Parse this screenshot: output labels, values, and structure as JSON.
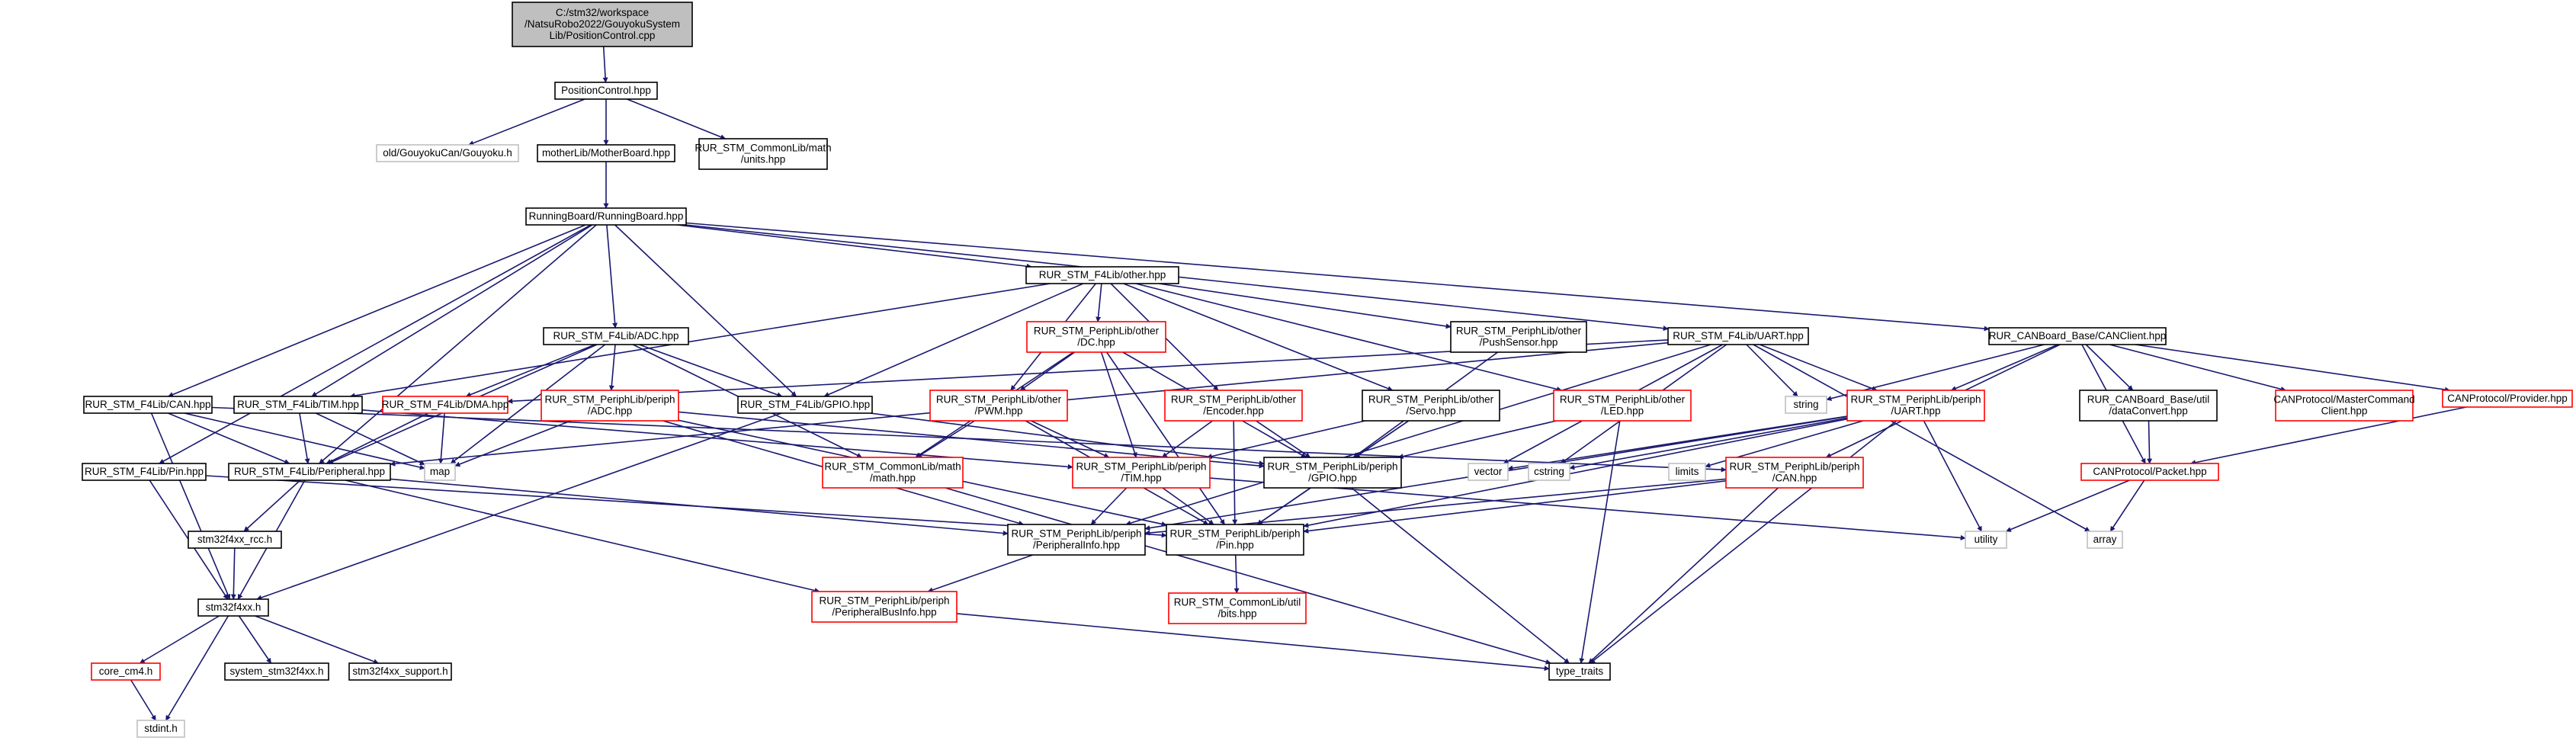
{
  "colors": {
    "edge": "#191970",
    "normal_border": "#000000",
    "missing_border": "#ff0000",
    "external_border": "#bfbfbf",
    "root_fill": "#bfbfbf",
    "fill": "#ffffff",
    "text": "#000000"
  },
  "nodes": [
    {
      "id": "root",
      "lines": [
        "C:/stm32/workspace",
        "/NatsuRobo2022/GouyokuSystem",
        "Lib/PositionControl.cpp"
      ],
      "style": "root"
    },
    {
      "id": "poshpp",
      "lines": [
        "PositionControl.hpp"
      ],
      "style": "normal"
    },
    {
      "id": "gouyoku",
      "lines": [
        "old/GouyokuCan/Gouyoku.h"
      ],
      "style": "external"
    },
    {
      "id": "mother",
      "lines": [
        "motherLib/MotherBoard.hpp"
      ],
      "style": "normal"
    },
    {
      "id": "units",
      "lines": [
        "RUR_STM_CommonLib/math",
        "/units.hpp"
      ],
      "style": "normal"
    },
    {
      "id": "running",
      "lines": [
        "RunningBoard/RunningBoard.hpp"
      ],
      "style": "normal"
    },
    {
      "id": "other",
      "lines": [
        "RUR_STM_F4Lib/other.hpp"
      ],
      "style": "normal"
    },
    {
      "id": "canclient",
      "lines": [
        "RUR_CANBoard_Base/CANClient.hpp"
      ],
      "style": "normal"
    },
    {
      "id": "adc",
      "lines": [
        "RUR_STM_F4Lib/ADC.hpp"
      ],
      "style": "normal"
    },
    {
      "id": "dc",
      "lines": [
        "RUR_STM_PeriphLib/other",
        "/DC.hpp"
      ],
      "style": "missing"
    },
    {
      "id": "push",
      "lines": [
        "RUR_STM_PeriphLib/other",
        "/PushSensor.hpp"
      ],
      "style": "normal"
    },
    {
      "id": "uart",
      "lines": [
        "RUR_STM_F4Lib/UART.hpp"
      ],
      "style": "normal"
    },
    {
      "id": "can",
      "lines": [
        "RUR_STM_F4Lib/CAN.hpp"
      ],
      "style": "normal"
    },
    {
      "id": "tim",
      "lines": [
        "RUR_STM_F4Lib/TIM.hpp"
      ],
      "style": "normal"
    },
    {
      "id": "dma",
      "lines": [
        "RUR_STM_F4Lib/DMA.hpp"
      ],
      "style": "missing"
    },
    {
      "id": "periphadc",
      "lines": [
        "RUR_STM_PeriphLib/periph",
        "/ADC.hpp"
      ],
      "style": "missing"
    },
    {
      "id": "gpio",
      "lines": [
        "RUR_STM_F4Lib/GPIO.hpp"
      ],
      "style": "normal"
    },
    {
      "id": "pwm",
      "lines": [
        "RUR_STM_PeriphLib/other",
        "/PWM.hpp"
      ],
      "style": "missing"
    },
    {
      "id": "encoder",
      "lines": [
        "RUR_STM_PeriphLib/other",
        "/Encoder.hpp"
      ],
      "style": "missing"
    },
    {
      "id": "servo",
      "lines": [
        "RUR_STM_PeriphLib/other",
        "/Servo.hpp"
      ],
      "style": "normal"
    },
    {
      "id": "led",
      "lines": [
        "RUR_STM_PeriphLib/other",
        "/LED.hpp"
      ],
      "style": "missing"
    },
    {
      "id": "string",
      "lines": [
        "string"
      ],
      "style": "external"
    },
    {
      "id": "puart",
      "lines": [
        "RUR_STM_PeriphLib/periph",
        "/UART.hpp"
      ],
      "style": "missing"
    },
    {
      "id": "dataconv",
      "lines": [
        "RUR_CANBoard_Base/util",
        "/dataConvert.hpp"
      ],
      "style": "normal"
    },
    {
      "id": "master",
      "lines": [
        "CANProtocol/MasterCommand",
        "Client.hpp"
      ],
      "style": "missing"
    },
    {
      "id": "provider",
      "lines": [
        "CANProtocol/Provider.hpp"
      ],
      "style": "missing"
    },
    {
      "id": "pin",
      "lines": [
        "RUR_STM_F4Lib/Pin.hpp"
      ],
      "style": "normal"
    },
    {
      "id": "periphera",
      "lines": [
        "RUR_STM_F4Lib/Peripheral.hpp"
      ],
      "style": "normal"
    },
    {
      "id": "map",
      "lines": [
        "map"
      ],
      "style": "external"
    },
    {
      "id": "mathhpp",
      "lines": [
        "RUR_STM_CommonLib/math",
        "/math.hpp"
      ],
      "style": "missing"
    },
    {
      "id": "ptim",
      "lines": [
        "RUR_STM_PeriphLib/periph",
        "/TIM.hpp"
      ],
      "style": "missing"
    },
    {
      "id": "pgpio",
      "lines": [
        "RUR_STM_PeriphLib/periph",
        "/GPIO.hpp"
      ],
      "style": "normal"
    },
    {
      "id": "vector",
      "lines": [
        "vector"
      ],
      "style": "external"
    },
    {
      "id": "cstring",
      "lines": [
        "cstring"
      ],
      "style": "external"
    },
    {
      "id": "limits",
      "lines": [
        "limits"
      ],
      "style": "external"
    },
    {
      "id": "pcan",
      "lines": [
        "RUR_STM_PeriphLib/periph",
        "/CAN.hpp"
      ],
      "style": "missing"
    },
    {
      "id": "packet",
      "lines": [
        "CANProtocol/Packet.hpp"
      ],
      "style": "missing"
    },
    {
      "id": "rcc",
      "lines": [
        "stm32f4xx_rcc.h"
      ],
      "style": "normal"
    },
    {
      "id": "pinfo",
      "lines": [
        "RUR_STM_PeriphLib/periph",
        "/PeripheralInfo.hpp"
      ],
      "style": "normal"
    },
    {
      "id": "ppin",
      "lines": [
        "RUR_STM_PeriphLib/periph",
        "/Pin.hpp"
      ],
      "style": "normal"
    },
    {
      "id": "utility",
      "lines": [
        "utility"
      ],
      "style": "external"
    },
    {
      "id": "array",
      "lines": [
        "array"
      ],
      "style": "external"
    },
    {
      "id": "stm32",
      "lines": [
        "stm32f4xx.h"
      ],
      "style": "normal"
    },
    {
      "id": "busi",
      "lines": [
        "RUR_STM_PeriphLib/periph",
        "/PeripheralBusInfo.hpp"
      ],
      "style": "missing"
    },
    {
      "id": "bits",
      "lines": [
        "RUR_STM_CommonLib/util",
        "/bits.hpp"
      ],
      "style": "missing"
    },
    {
      "id": "corecm4",
      "lines": [
        "core_cm4.h"
      ],
      "style": "missing"
    },
    {
      "id": "system",
      "lines": [
        "system_stm32f4xx.h"
      ],
      "style": "normal"
    },
    {
      "id": "support",
      "lines": [
        "stm32f4xx_support.h"
      ],
      "style": "normal"
    },
    {
      "id": "typetraits",
      "lines": [
        "type_traits"
      ],
      "style": "normal"
    },
    {
      "id": "stdint",
      "lines": [
        "stdint.h"
      ],
      "style": "external"
    }
  ],
  "edges": [
    [
      "root",
      "poshpp"
    ],
    [
      "poshpp",
      "gouyoku"
    ],
    [
      "poshpp",
      "mother"
    ],
    [
      "poshpp",
      "units"
    ],
    [
      "mother",
      "running"
    ],
    [
      "running",
      "other"
    ],
    [
      "running",
      "canclient"
    ],
    [
      "running",
      "adc"
    ],
    [
      "running",
      "can"
    ],
    [
      "running",
      "tim"
    ],
    [
      "running",
      "gpio"
    ],
    [
      "running",
      "pin"
    ],
    [
      "running",
      "periphera"
    ],
    [
      "running",
      "uart"
    ],
    [
      "other",
      "dc"
    ],
    [
      "other",
      "push"
    ],
    [
      "other",
      "led"
    ],
    [
      "other",
      "pwm"
    ],
    [
      "other",
      "encoder"
    ],
    [
      "other",
      "servo"
    ],
    [
      "other",
      "gpio"
    ],
    [
      "other",
      "tim"
    ],
    [
      "adc",
      "dma"
    ],
    [
      "adc",
      "periphadc"
    ],
    [
      "adc",
      "gpio"
    ],
    [
      "adc",
      "periphera"
    ],
    [
      "adc",
      "map"
    ],
    [
      "adc",
      "mathhpp"
    ],
    [
      "dc",
      "pwm"
    ],
    [
      "dc",
      "mathhpp"
    ],
    [
      "dc",
      "ptim"
    ],
    [
      "dc",
      "pgpio"
    ],
    [
      "dc",
      "ppin"
    ],
    [
      "push",
      "pgpio"
    ],
    [
      "uart",
      "puart"
    ],
    [
      "uart",
      "string"
    ],
    [
      "uart",
      "vector"
    ],
    [
      "uart",
      "cstring"
    ],
    [
      "uart",
      "dma"
    ],
    [
      "uart",
      "periphera"
    ],
    [
      "uart",
      "array"
    ],
    [
      "uart",
      "pinfo"
    ],
    [
      "canclient",
      "string"
    ],
    [
      "canclient",
      "puart"
    ],
    [
      "canclient",
      "dataconv"
    ],
    [
      "canclient",
      "master"
    ],
    [
      "canclient",
      "provider"
    ],
    [
      "canclient",
      "packet"
    ],
    [
      "canclient",
      "pcan"
    ],
    [
      "can",
      "periphera"
    ],
    [
      "can",
      "map"
    ],
    [
      "can",
      "stm32"
    ],
    [
      "can",
      "pcan"
    ],
    [
      "tim",
      "periphera"
    ],
    [
      "tim",
      "ptim"
    ],
    [
      "tim",
      "map"
    ],
    [
      "dma",
      "periphera"
    ],
    [
      "dma",
      "map"
    ],
    [
      "periphadc",
      "pgpio"
    ],
    [
      "periphadc",
      "pinfo"
    ],
    [
      "periphadc",
      "ppin"
    ],
    [
      "periphadc",
      "map"
    ],
    [
      "gpio",
      "pgpio"
    ],
    [
      "gpio",
      "stm32"
    ],
    [
      "pwm",
      "ptim"
    ],
    [
      "pwm",
      "mathhpp"
    ],
    [
      "pwm",
      "ppin"
    ],
    [
      "encoder",
      "ptim"
    ],
    [
      "encoder",
      "pgpio"
    ],
    [
      "encoder",
      "ppin"
    ],
    [
      "servo",
      "ptim"
    ],
    [
      "servo",
      "pgpio"
    ],
    [
      "servo",
      "ppin"
    ],
    [
      "led",
      "pgpio"
    ],
    [
      "led",
      "typetraits"
    ],
    [
      "puart",
      "vector"
    ],
    [
      "puart",
      "cstring"
    ],
    [
      "puart",
      "limits"
    ],
    [
      "puart",
      "utility"
    ],
    [
      "puart",
      "pinfo"
    ],
    [
      "puart",
      "ppin"
    ],
    [
      "puart",
      "typetraits"
    ],
    [
      "dataconv",
      "packet"
    ],
    [
      "provider",
      "packet"
    ],
    [
      "packet",
      "utility"
    ],
    [
      "packet",
      "array"
    ],
    [
      "pin",
      "stm32"
    ],
    [
      "pin",
      "ppin"
    ],
    [
      "periphera",
      "rcc"
    ],
    [
      "periphera",
      "stm32"
    ],
    [
      "periphera",
      "pinfo"
    ],
    [
      "periphera",
      "busi"
    ],
    [
      "mathhpp",
      "typetraits"
    ],
    [
      "ptim",
      "pinfo"
    ],
    [
      "ptim",
      "ppin"
    ],
    [
      "ptim",
      "utility"
    ],
    [
      "pgpio",
      "ppin"
    ],
    [
      "pgpio",
      "typetraits"
    ],
    [
      "pcan",
      "pinfo"
    ],
    [
      "pcan",
      "ppin"
    ],
    [
      "pcan",
      "typetraits"
    ],
    [
      "rcc",
      "stm32"
    ],
    [
      "pinfo",
      "busi"
    ],
    [
      "ppin",
      "bits"
    ],
    [
      "stm32",
      "corecm4"
    ],
    [
      "stm32",
      "system"
    ],
    [
      "stm32",
      "support"
    ],
    [
      "stm32",
      "stdint"
    ],
    [
      "corecm4",
      "stdint"
    ],
    [
      "busi",
      "typetraits"
    ]
  ]
}
